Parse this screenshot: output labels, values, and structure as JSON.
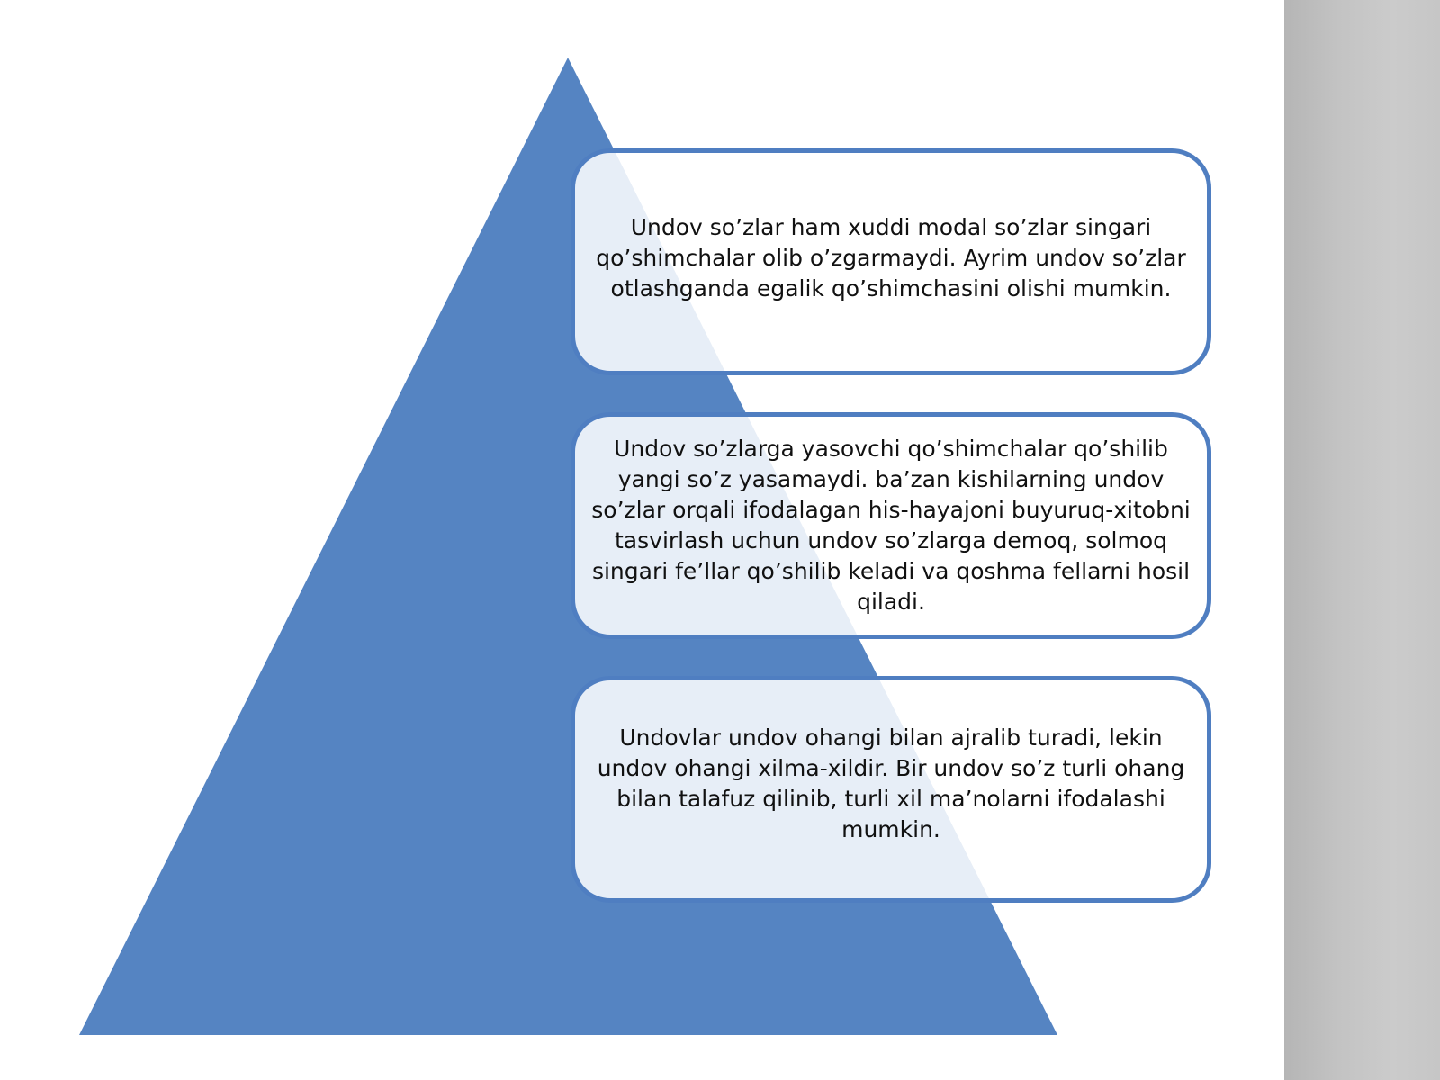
{
  "colors": {
    "pyramid_fill": "#5584c2",
    "box_border": "#4f7ec1",
    "box_fill": "#ffffff",
    "side_strip": "#c3c3c3",
    "text": "#111111"
  },
  "boxes": [
    {
      "text": "Undov so’zlar ham xuddi modal so’zlar singari qo’shimchalar olib o’zgarmaydi. Ayrim undov so’zlar otlashganda egalik qo’shimchasini olishi mumkin."
    },
    {
      "text": "Undov so’zlarga yasovchi qo’shimchalar qo’shilib yangi so’z yasamaydi. ba’zan kishilarning undov so’zlar orqali ifodalagan his-hayajoni buyuruq-xitobni tasvirlash uchun undov so’zlarga demoq, solmoq singari fe’llar qo’shilib keladi va qoshma fellarni hosil qiladi."
    },
    {
      "text": "Undovlar undov ohangi bilan ajralib turadi, lekin undov ohangi xilma-xildir. Bir undov so’z turli ohang bilan talafuz qilinib, turli xil ma’nolarni ifodalashi mumkin."
    }
  ]
}
